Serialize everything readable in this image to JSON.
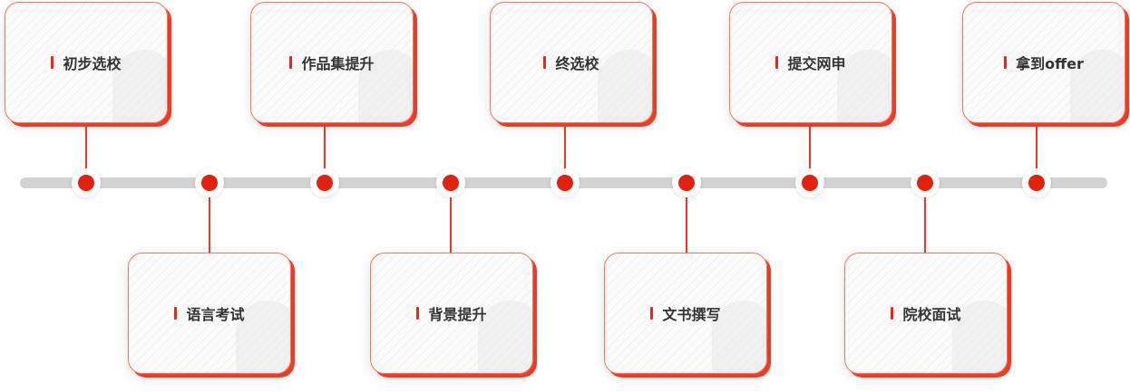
{
  "title": "留学申请流程",
  "steps": [
    {
      "label": "初步选校",
      "position": "top"
    },
    {
      "label": "语言考试",
      "position": "bottom"
    },
    {
      "label": "作品集提升",
      "position": "top"
    },
    {
      "label": "背景提升",
      "position": "bottom"
    },
    {
      "label": "终选校",
      "position": "top"
    },
    {
      "label": "文书撰写",
      "position": "bottom"
    },
    {
      "label": "提交网申",
      "position": "top"
    },
    {
      "label": "院校面试",
      "position": "bottom"
    },
    {
      "label": "拿到offer",
      "position": "top"
    }
  ],
  "colors": {
    "accent": "#e0220f",
    "track": "#d3d3d3"
  }
}
